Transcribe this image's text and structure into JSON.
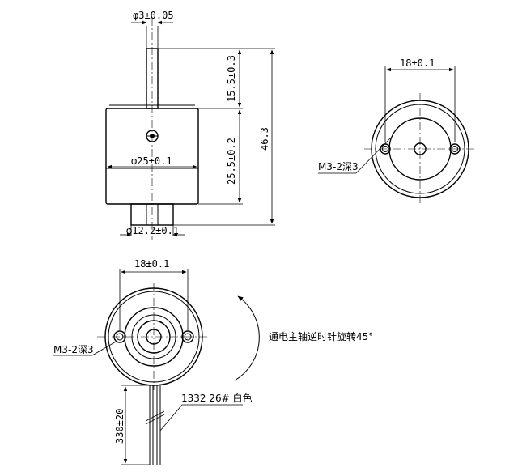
{
  "dims": {
    "shaft_dia": "φ3±0.05",
    "shaft_len": "15.5±0.3",
    "body_len": "25.5±0.2",
    "total_len": "46.3",
    "body_dia": "φ25±0.1",
    "base_dia": "φ12.2±0.1",
    "top_hole_spacing": "18±0.1",
    "top_thread": "M3-2深3",
    "bottom_hole_spacing": "18±0.1",
    "bottom_thread": "M3-2深3",
    "lead_len": "330±20",
    "lead_spec": "1332 26# 白色",
    "rotation_note": "通电主轴逆时针旋转45°"
  }
}
